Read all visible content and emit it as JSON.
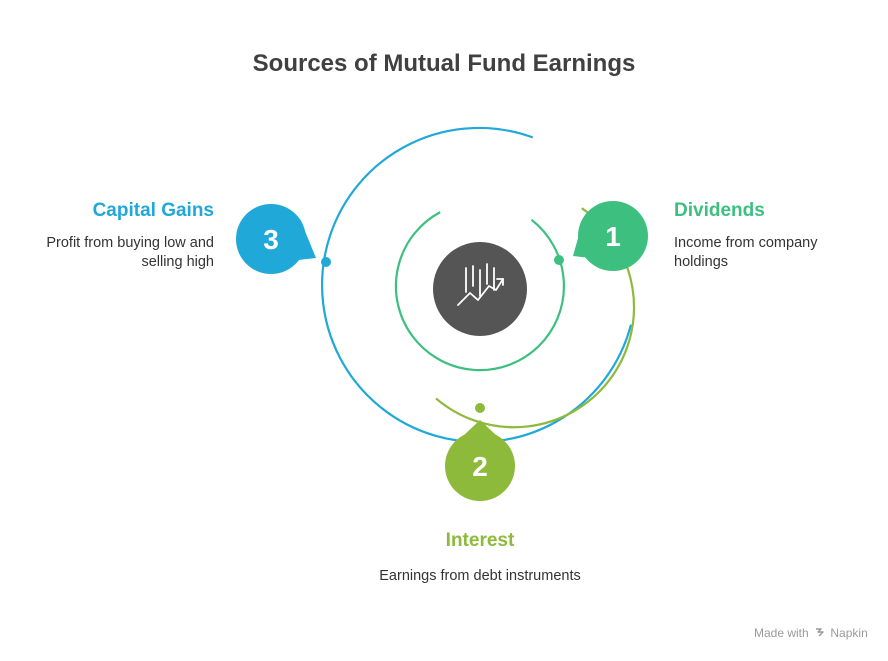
{
  "title": "Sources of Mutual Fund Earnings",
  "center_icon": "growth-chart-icon",
  "items": [
    {
      "number": "3",
      "heading": "Capital Gains",
      "description": "Profit from buying low and selling high",
      "color": "#1FA8D8"
    },
    {
      "number": "1",
      "heading": "Dividends",
      "description": "Income from company holdings",
      "color": "#3DC07F"
    },
    {
      "number": "2",
      "heading": "Interest",
      "description": "Earnings from debt instruments",
      "color": "#8DBA3A"
    }
  ],
  "colors": {
    "center": "#555555",
    "title": "#404040",
    "text": "#333333"
  },
  "footer": {
    "made_with": "Made with",
    "brand": "Napkin"
  }
}
